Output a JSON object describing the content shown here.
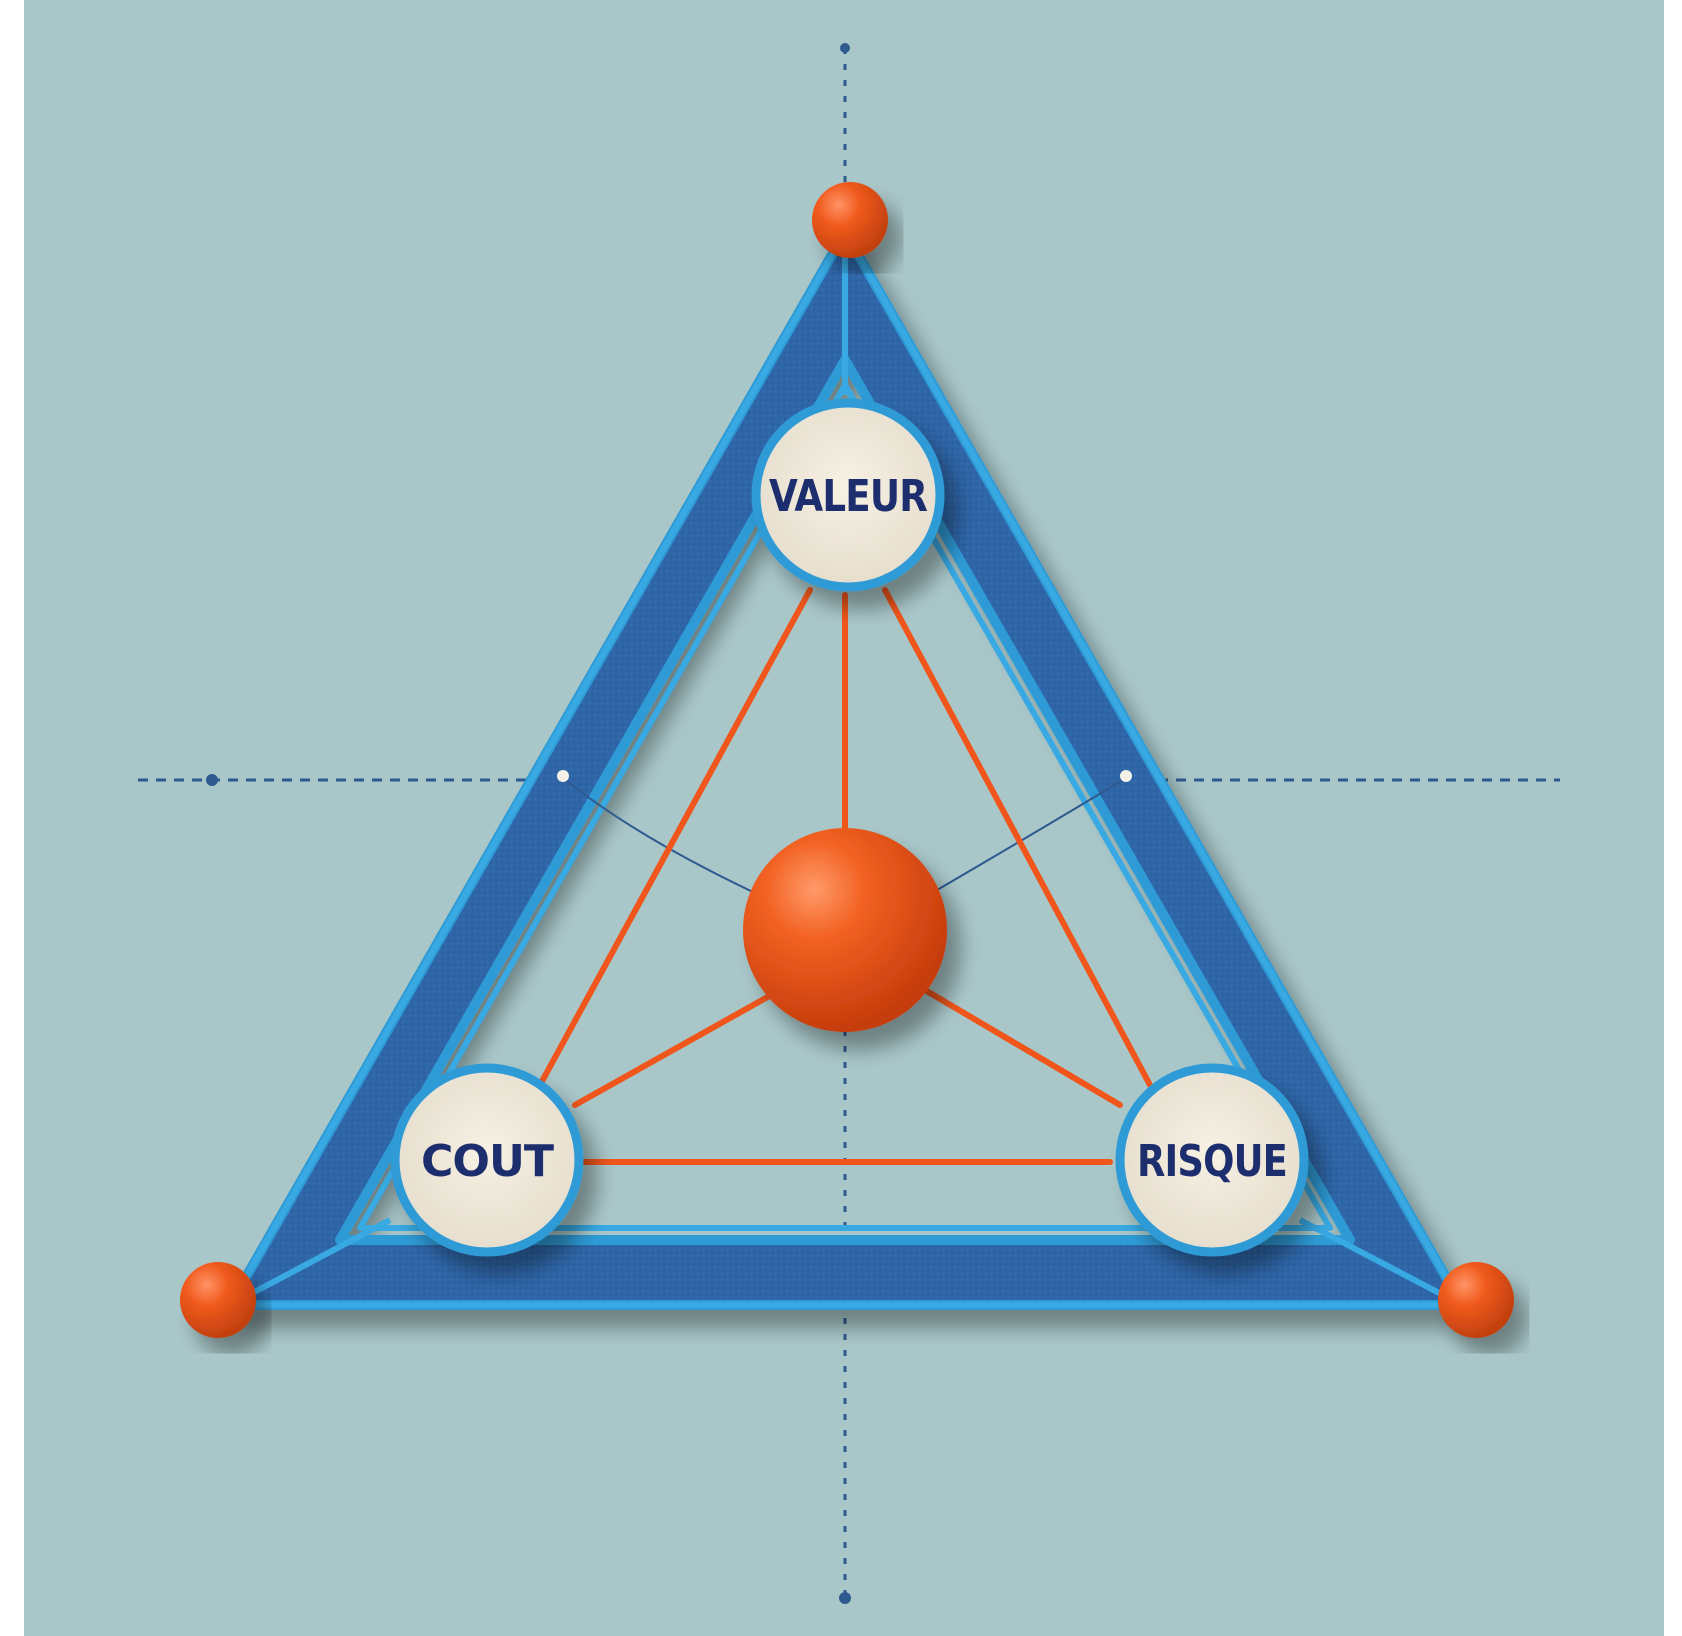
{
  "diagram": {
    "nodes": [
      {
        "id": "valeur",
        "label": "VALEUR"
      },
      {
        "id": "cout",
        "label": "COUT"
      },
      {
        "id": "risque",
        "label": "RISQUE"
      }
    ]
  },
  "colors": {
    "background": "#a9c7c9",
    "triangle_fill": "#2f66a8",
    "triangle_edge": "#2e9bd6",
    "link_orange": "#f0561c",
    "ball_orange": "#ee5a1a",
    "node_face": "#efe8da",
    "node_ring": "#2e9bd6",
    "label_text": "#1f2f6e",
    "dash_line": "#2f5a8f"
  }
}
